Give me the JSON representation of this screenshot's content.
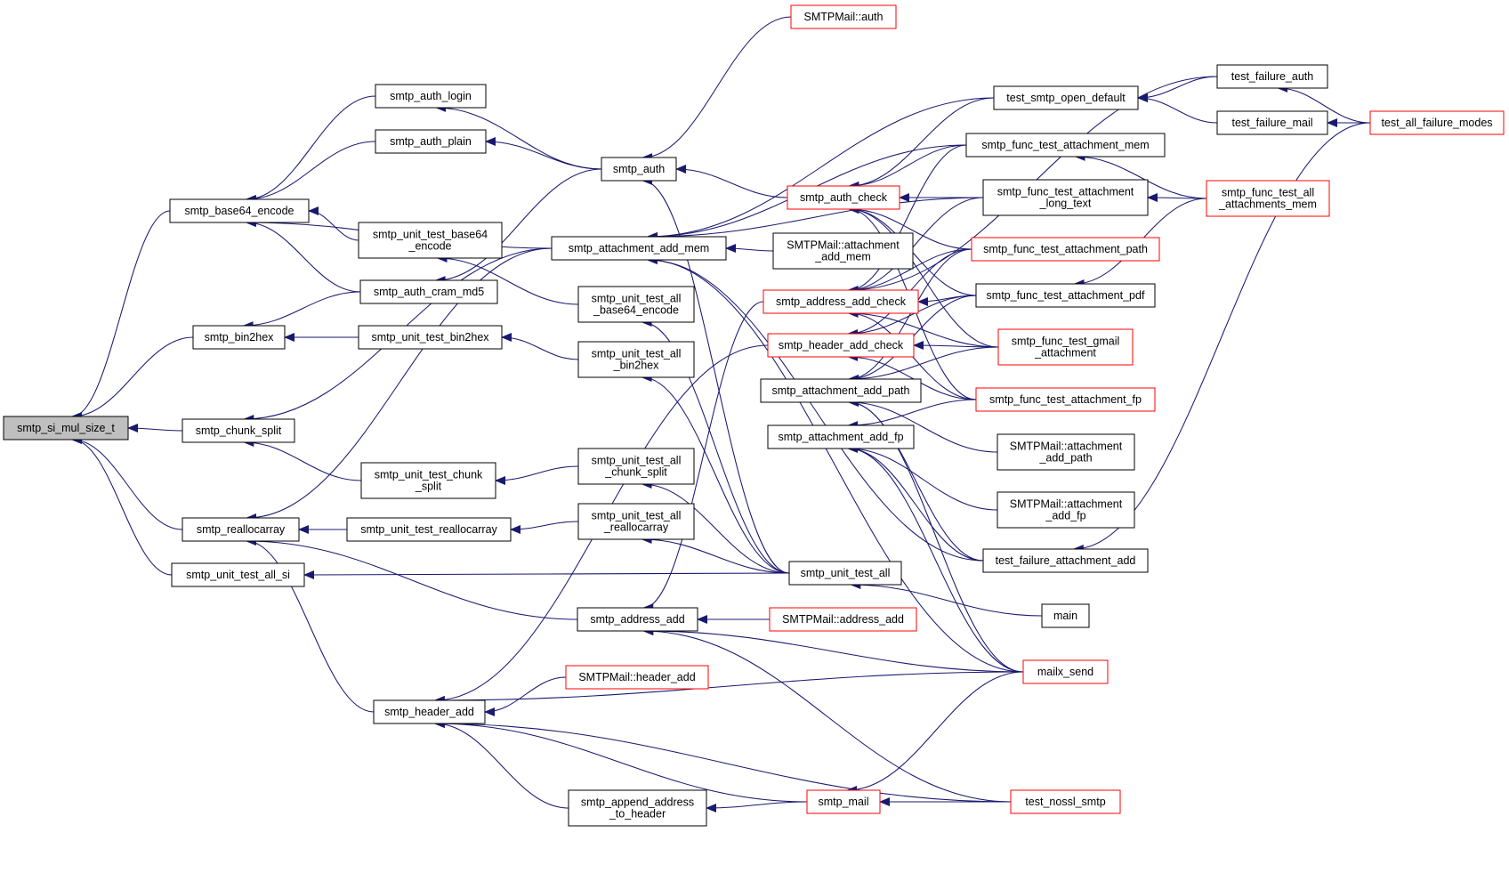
{
  "colors": {
    "edge": "#191970",
    "normal_border": "#000000",
    "linked_border": "#ff0000",
    "root_fill": "#bfbfbf"
  },
  "nodes": [
    {
      "id": "root",
      "lines": [
        "smtp_si_mul_size_t"
      ],
      "style": "root"
    },
    {
      "id": "b64enc",
      "lines": [
        "smtp_base64_encode"
      ],
      "style": "normal"
    },
    {
      "id": "bin2hex",
      "lines": [
        "smtp_bin2hex"
      ],
      "style": "normal"
    },
    {
      "id": "chunk",
      "lines": [
        "smtp_chunk_split"
      ],
      "style": "normal"
    },
    {
      "id": "realloc",
      "lines": [
        "smtp_reallocarray"
      ],
      "style": "normal"
    },
    {
      "id": "tallsi",
      "lines": [
        "smtp_unit_test_all_si"
      ],
      "style": "normal"
    },
    {
      "id": "authlogin",
      "lines": [
        "smtp_auth_login"
      ],
      "style": "normal"
    },
    {
      "id": "authplain",
      "lines": [
        "smtp_auth_plain"
      ],
      "style": "normal"
    },
    {
      "id": "tb64",
      "lines": [
        "smtp_unit_test_base64",
        "_encode"
      ],
      "style": "normal"
    },
    {
      "id": "cram",
      "lines": [
        "smtp_auth_cram_md5"
      ],
      "style": "normal"
    },
    {
      "id": "tbin2hex",
      "lines": [
        "smtp_unit_test_bin2hex"
      ],
      "style": "normal"
    },
    {
      "id": "tchunk",
      "lines": [
        "smtp_unit_test_chunk",
        "_split"
      ],
      "style": "normal"
    },
    {
      "id": "trealloc",
      "lines": [
        "smtp_unit_test_reallocarray"
      ],
      "style": "normal"
    },
    {
      "id": "hdradd",
      "lines": [
        "smtp_header_add"
      ],
      "style": "normal"
    },
    {
      "id": "smtpauth",
      "lines": [
        "smtp_auth"
      ],
      "style": "normal"
    },
    {
      "id": "attmem",
      "lines": [
        "smtp_attachment_add_mem"
      ],
      "style": "normal"
    },
    {
      "id": "talb64",
      "lines": [
        "smtp_unit_test_all",
        "_base64_encode"
      ],
      "style": "normal"
    },
    {
      "id": "talbin",
      "lines": [
        "smtp_unit_test_all",
        "_bin2hex"
      ],
      "style": "normal"
    },
    {
      "id": "talchunk",
      "lines": [
        "smtp_unit_test_all",
        "_chunk_split"
      ],
      "style": "normal"
    },
    {
      "id": "talrealloc",
      "lines": [
        "smtp_unit_test_all",
        "_reallocarray"
      ],
      "style": "normal"
    },
    {
      "id": "addradd",
      "lines": [
        "smtp_address_add"
      ],
      "style": "normal"
    },
    {
      "id": "appendaddr",
      "lines": [
        "smtp_append_address",
        "_to_header"
      ],
      "style": "normal"
    },
    {
      "id": "smtpmailauth",
      "lines": [
        "SMTPMail::auth"
      ],
      "style": "linked"
    },
    {
      "id": "authcheck",
      "lines": [
        "smtp_auth_check"
      ],
      "style": "linked"
    },
    {
      "id": "mailattmem",
      "lines": [
        "SMTPMail::attachment",
        "_add_mem"
      ],
      "style": "normal"
    },
    {
      "id": "addrcheck",
      "lines": [
        "smtp_address_add_check"
      ],
      "style": "linked"
    },
    {
      "id": "hdrcheck",
      "lines": [
        "smtp_header_add_check"
      ],
      "style": "linked"
    },
    {
      "id": "attpath",
      "lines": [
        "smtp_attachment_add_path"
      ],
      "style": "normal"
    },
    {
      "id": "attfp",
      "lines": [
        "smtp_attachment_add_fp"
      ],
      "style": "normal"
    },
    {
      "id": "unitall",
      "lines": [
        "smtp_unit_test_all"
      ],
      "style": "normal"
    },
    {
      "id": "mailaddradd",
      "lines": [
        "SMTPMail::address_add"
      ],
      "style": "linked"
    },
    {
      "id": "mailhdradd",
      "lines": [
        "SMTPMail::header_add"
      ],
      "style": "linked"
    },
    {
      "id": "smtpmail",
      "lines": [
        "smtp_mail"
      ],
      "style": "linked"
    },
    {
      "id": "openDef",
      "lines": [
        "test_smtp_open_default"
      ],
      "style": "normal"
    },
    {
      "id": "ftam",
      "lines": [
        "smtp_func_test_attachment_mem"
      ],
      "style": "normal"
    },
    {
      "id": "ftalt",
      "lines": [
        "smtp_func_test_attachment",
        "_long_text"
      ],
      "style": "normal"
    },
    {
      "id": "ftap",
      "lines": [
        "smtp_func_test_attachment_path"
      ],
      "style": "linked"
    },
    {
      "id": "ftapdf",
      "lines": [
        "smtp_func_test_attachment_pdf"
      ],
      "style": "normal"
    },
    {
      "id": "ftgmail",
      "lines": [
        "smtp_func_test_gmail",
        "_attachment"
      ],
      "style": "linked"
    },
    {
      "id": "ftafp",
      "lines": [
        "smtp_func_test_attachment_fp"
      ],
      "style": "linked"
    },
    {
      "id": "mailattpath",
      "lines": [
        "SMTPMail::attachment",
        "_add_path"
      ],
      "style": "normal"
    },
    {
      "id": "mailattfp",
      "lines": [
        "SMTPMail::attachment",
        "_add_fp"
      ],
      "style": "normal"
    },
    {
      "id": "tfatt",
      "lines": [
        "test_failure_attachment_add"
      ],
      "style": "normal"
    },
    {
      "id": "main",
      "lines": [
        "main"
      ],
      "style": "normal"
    },
    {
      "id": "mailx",
      "lines": [
        "mailx_send"
      ],
      "style": "linked"
    },
    {
      "id": "nossl",
      "lines": [
        "test_nossl_smtp"
      ],
      "style": "linked"
    },
    {
      "id": "tfauth",
      "lines": [
        "test_failure_auth"
      ],
      "style": "normal"
    },
    {
      "id": "tfmail",
      "lines": [
        "test_failure_mail"
      ],
      "style": "normal"
    },
    {
      "id": "ftallmem",
      "lines": [
        "smtp_func_test_all",
        "_attachments_mem"
      ],
      "style": "linked"
    },
    {
      "id": "allfail",
      "lines": [
        "test_all_failure_modes"
      ],
      "style": "linked"
    }
  ]
}
